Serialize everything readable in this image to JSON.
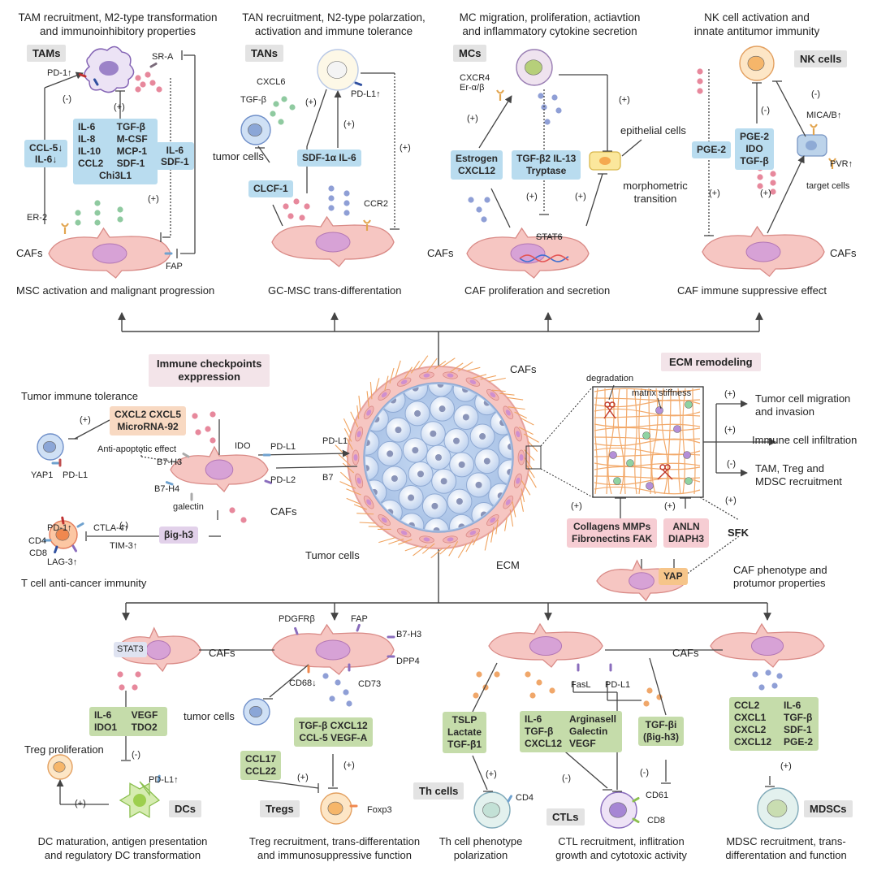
{
  "panels": {
    "tams": {
      "heading_line1": "TAM recruitment, M2-type transformation",
      "heading_line2": "and immunoinhibitory properties",
      "tag": "TAMs",
      "pd1": "PD-1↑",
      "sra": "SR-A",
      "inhib": "(-)",
      "plus1": "(+)",
      "plus2": "(+)",
      "left_box": [
        "CCL-5↓",
        "IL-6↓"
      ],
      "factors": [
        "IL-6",
        "TGF-β",
        "IL-8",
        "M-CSF",
        "IL-10",
        "MCP-1",
        "CCL2",
        "SDF-1"
      ],
      "factor_last": "Chi3L1",
      "right_box": [
        "IL-6",
        "SDF-1"
      ],
      "er2": "ER-2",
      "cafs": "CAFs",
      "fap": "FAP",
      "caption": "MSC activation and malignant progression"
    },
    "tans": {
      "heading_line1": "TAN recruitment, N2-type polarzation,",
      "heading_line2": "activation and immune tolerance",
      "tag": "TANs",
      "cxcl6": "CXCL6",
      "tgfb": "TGF-β",
      "plus1": "(+)",
      "pdl1": "PD-L1↑",
      "tumor_cells": "tumor cells",
      "plus2": "(+)",
      "plus3": "(+)",
      "box_mid": "SDF-1α IL-6",
      "box_left": "CLCF-1",
      "ccr2": "CCR2",
      "caption": "GC-MSC trans-differentation"
    },
    "mcs": {
      "heading_line1": "MC migration, proliferation, actiavtion",
      "heading_line2": "and inflammatory cytokine secretion",
      "tag": "MCs",
      "cxcr4": "CXCR4",
      "er": "Er-α/β",
      "plus1": "(+)",
      "plus2": "(+)",
      "plus3": "(+)",
      "plus4": "(+)",
      "box_left": [
        "Estrogen",
        "CXCL12"
      ],
      "box_mid": [
        "TGF-β2  IL-13",
        "Tryptase"
      ],
      "epithelial": "epithelial cells",
      "morpho_line1": "morphometric",
      "morpho_line2": "transition",
      "cafs": "CAFs",
      "stat6": "STAT6",
      "caption": "CAF proliferation and secretion"
    },
    "nk": {
      "heading_line1": "NK cell activation and",
      "heading_line2": "innate antitumor immunity",
      "tag": "NK cells",
      "inhib1": "(-)",
      "inhib2": "(-)",
      "mica": "MICA/B↑",
      "pge2": "PGE-2",
      "mid_box": [
        "PGE-2",
        "IDO",
        "TGF-β"
      ],
      "pvr": "PVR↑",
      "target": "target cells",
      "plus1": "(+)",
      "plus2": "(+)",
      "cafs": "CAFs",
      "caption": "CAF immune suppressive effect"
    }
  },
  "center": {
    "checkpoints_line1": "Immune checkpoints",
    "checkpoints_line2": "exppression",
    "tumor_tolerance": "Tumor immune tolerance",
    "plus": "(+)",
    "chemo_box_line1": "CXCL2  CXCL5",
    "chemo_box_line2": "MicroRNA-92",
    "yap1": "YAP1",
    "pdl1_a": "PD-L1",
    "antiapop": "Anti-apoptotic effect",
    "b7h3": "B7-H3",
    "b7h4": "B7-H4",
    "ido": "IDO",
    "pdl1_b": "PD-L1",
    "pdl2": "PD-L2",
    "galectin": "galectin",
    "cafs": "CAFs",
    "pdl1_c": "PD-L1",
    "b7": "B7",
    "pd1": "PD-1↑",
    "ctla4": "CTLA-4↑",
    "inhib": "(-)",
    "cd4": "CD4",
    "cd8": "CD8",
    "tim3": "TIM-3↑",
    "lag3": "LAG-3↑",
    "big_box": "βig-h3",
    "tcell_caption": "T cell anti-cancer immunity",
    "tumor_cells": "Tumor cells",
    "ecm": "ECM",
    "cafs_top": "CAFs"
  },
  "ecm": {
    "tag": "ECM remodeling",
    "degradation": "degradation",
    "stiffness": "matrix stiffness",
    "outcomes": [
      {
        "sign": "(+)",
        "text1": "Tumor cell migration",
        "text2": "and invasion"
      },
      {
        "sign": "(+)",
        "text1": "Immune cell infiltration",
        "text2": ""
      },
      {
        "sign": "(-)",
        "text1": "TAM, Treg and",
        "text2": "MDSC recruitment"
      }
    ],
    "plus_left": "(+)",
    "plus_mid": "(+)",
    "plus_right": "(+)",
    "box_left_line1": "Collagens  MMPs",
    "box_left_line2": "Fibronectins FAK",
    "box_right_line1": "ANLN",
    "box_right_line2": "DIAPH3",
    "sfk": "SFK",
    "yap": "YAP",
    "caption_line1": "CAF phenotype and",
    "caption_line2": "protumor properties"
  },
  "bottom": {
    "dcs": {
      "stat3": "STAT3",
      "cafs": "CAFs",
      "box": [
        "IL-6",
        "VEGF",
        "IDO1",
        "TDO2"
      ],
      "inhib": "(-)",
      "treg_prolif": "Treg proliferation",
      "pdl1": "PD-L1↑",
      "plus": "(+)",
      "tag": "DCs",
      "caption_line1": "DC maturation, antigen presentation",
      "caption_line2": "and regulatory DC transformation"
    },
    "tregs": {
      "pdgfrb": "PDGFRβ",
      "fap": "FAP",
      "b7h3": "B7-H3",
      "dpp4": "DPP4",
      "cd68": "CD68↓",
      "cd73": "CD73",
      "tumor_cells": "tumor cells",
      "box_left": [
        "CCL17",
        "CCL22"
      ],
      "box_right": [
        "TGF-β CXCL12",
        "CCL-5 VEGF-A"
      ],
      "plus1": "(+)",
      "plus2": "(+)",
      "tag": "Tregs",
      "foxp3": "Foxp3",
      "caption_line1": "Treg recruitment, trans-differentation",
      "caption_line2": "and immunosuppressive function"
    },
    "th": {
      "box": [
        "TSLP",
        "Lactate",
        "TGF-β1"
      ],
      "plus": "(+)",
      "tag": "Th cells",
      "cd4": "CD4",
      "caption_line1": "Th cell phenotype",
      "caption_line2": "polarization"
    },
    "ctls": {
      "cafs": "CAFs",
      "fasl": "FasL",
      "pdl1": "PD-L1",
      "box": [
        "IL-6",
        "Arginasell",
        "TGF-β",
        "Galectin",
        "CXCL12",
        "VEGF"
      ],
      "box2": [
        "TGF-βi",
        "(βig-h3)"
      ],
      "inhib1": "(-)",
      "inhib2": "(-)",
      "tag": "CTLs",
      "cd61": "CD61",
      "cd8": "CD8",
      "caption_line1": "CTL recruitment, inflitration",
      "caption_line2": "growth and cytotoxic activity"
    },
    "mdsc": {
      "box": [
        "CCL2",
        "IL-6",
        "CXCL1",
        "TGF-β",
        "CXCL2",
        "SDF-1",
        "CXCL12",
        "PGE-2"
      ],
      "plus": "(+)",
      "tag": "MDSCs",
      "caption_line1": "MDSC recruitment, trans-",
      "caption_line2": "differentation and function"
    }
  },
  "colors": {
    "caf_fill": "#f6c6c2",
    "caf_stroke": "#d98a86",
    "caf_nucleus": "#d7a2d6",
    "tumor_fill": "#c7d8f0",
    "tumor_stroke": "#8ea9d3",
    "dot_pink": "#e7889c",
    "dot_green": "#8fcaa0",
    "dot_blue": "#8f9fd6",
    "dot_orange": "#f0a76a",
    "fiber": "#f2a96a"
  }
}
